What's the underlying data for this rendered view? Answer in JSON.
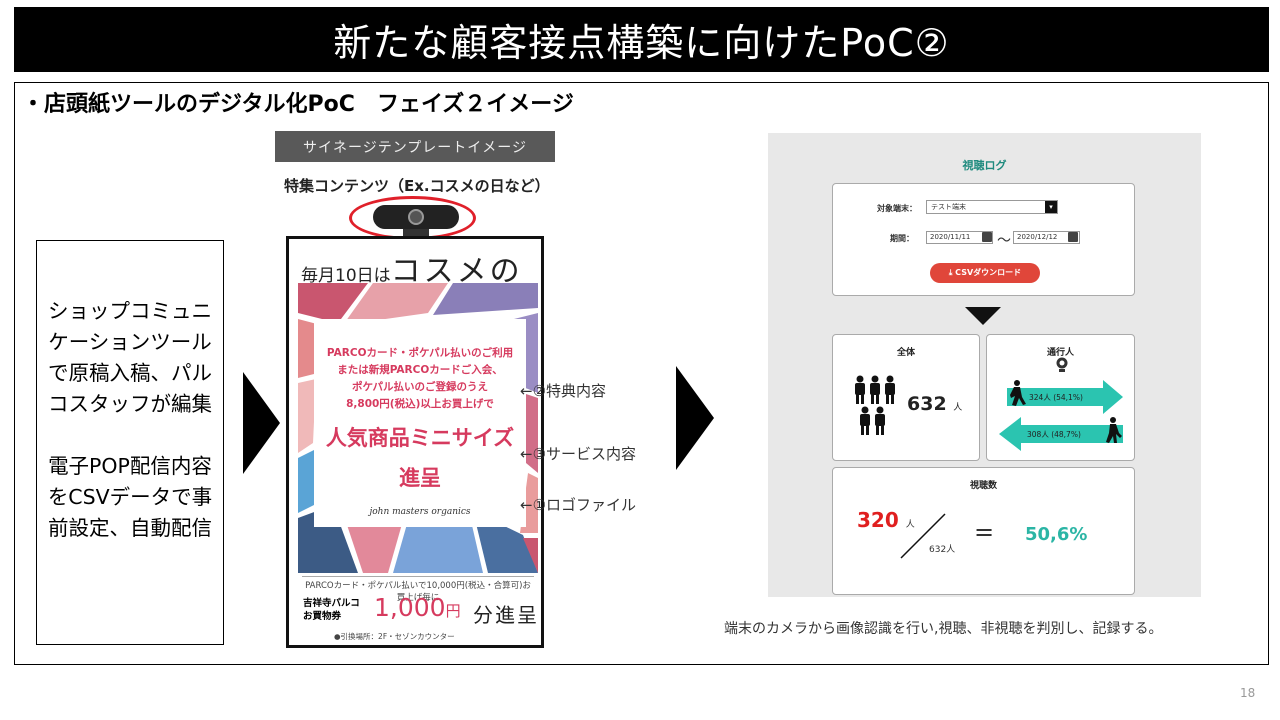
{
  "header": {
    "title": "新たな顧客接点構築に向けたPoC②"
  },
  "subtitle": "・店頭紙ツールのデジタル化PoC　フェイズ２イメージ",
  "left_box": {
    "para1": "ショップコミュニケーションツールで原稿入稿、パルコスタッフが編集",
    "para2": "電子POP配信内容をCSVデータで事前設定、自動配信"
  },
  "signage": {
    "label": "サイネージテンプレートイメージ",
    "feature": "特集コンテンツ（Ex.コスメの日など）",
    "poster": {
      "head_small": "毎月10日は",
      "head_big": "コスメの日",
      "promo_lines": [
        "PARCOカード・ポケパル払いのご利用",
        "または新規PARCOカードご入会、",
        "ポケパル払いのご登録のうえ",
        "8,800円(税込)以上お買上げで"
      ],
      "product_lines": [
        "人気商品ミニサイズ",
        "進呈"
      ],
      "brand": "john masters organics",
      "foot_condition": "PARCOカード・ポケパル払いで10,000円(税込・合算可)お買上げ毎に",
      "foot_store_lines": [
        "吉祥寺パルコ",
        "お買物券"
      ],
      "foot_amount": "1,000",
      "foot_amount_unit": "円",
      "foot_gift": "分進呈",
      "foot_place": "●引換場所：2F・セゾンカウンター"
    },
    "annotations": {
      "benefit": "←②特典内容",
      "service": "←③サービス内容",
      "logo": "←①ロゴファイル"
    }
  },
  "dashboard": {
    "title": "視聴ログ",
    "filter": {
      "device_label": "対象端末：",
      "device_value": "テスト端末",
      "period_label": "期間：",
      "date_from": "2020/11/11",
      "date_to": "2020/12/12",
      "tilde": "〜",
      "csv_button": "CSVダウンロード"
    },
    "total": {
      "title": "全体",
      "value": "632",
      "unit": "人"
    },
    "passers": {
      "title": "通行人",
      "right_count": "324人 (54,1%)",
      "left_count": "308人 (48,7%)"
    },
    "views": {
      "title": "視聴数",
      "numerator": "320",
      "numerator_unit": "人",
      "denominator": "632人",
      "equals": "=",
      "percent": "50,6%"
    }
  },
  "caption": "端末のカメラから画像認識を行い,視聴、非視聴を判別し、記録する。",
  "page_number": "18",
  "colors": {
    "accent_pink": "#d63a5e",
    "teal": "#2bb5a5",
    "red": "#e01f1f",
    "csv_button": "#e0463a"
  }
}
